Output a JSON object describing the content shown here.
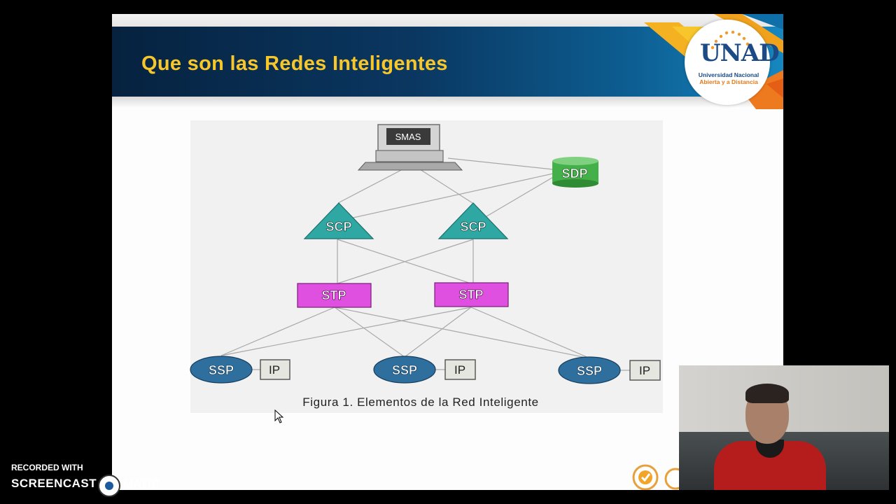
{
  "slide": {
    "title": "Que son las Redes Inteligentes",
    "logo": {
      "name": "UNAD",
      "line1": "Universidad Nacional",
      "line2": "Abierta y a Distancia"
    },
    "colors": {
      "title": "#f7c62a",
      "header": "#0a3761",
      "stp": "#e050e0",
      "scp": "#2fa7a3",
      "sdp": "#43b04a",
      "ssp": "#2e6f9e"
    }
  },
  "diagram": {
    "caption": "Figura 1. Elementos de la Red Inteligente",
    "nodes": {
      "smas": "SMAS",
      "sdp": "SDP",
      "scp_left": "SCP",
      "scp_right": "SCP",
      "stp_left": "STP",
      "stp_right": "STP",
      "ssp_1": "SSP",
      "ssp_2": "SSP",
      "ssp_3": "SSP",
      "ip_1": "IP",
      "ip_2": "IP",
      "ip_3": "IP"
    },
    "links": [
      [
        "smas",
        "sdp"
      ],
      [
        "smas",
        "scp_left"
      ],
      [
        "smas",
        "scp_right"
      ],
      [
        "sdp",
        "scp_left"
      ],
      [
        "sdp",
        "scp_right"
      ],
      [
        "scp_left",
        "stp_left"
      ],
      [
        "scp_left",
        "stp_right"
      ],
      [
        "scp_right",
        "stp_left"
      ],
      [
        "scp_right",
        "stp_right"
      ],
      [
        "stp_left",
        "ssp_1"
      ],
      [
        "stp_left",
        "ssp_2"
      ],
      [
        "stp_left",
        "ssp_3"
      ],
      [
        "stp_right",
        "ssp_1"
      ],
      [
        "stp_right",
        "ssp_2"
      ],
      [
        "stp_right",
        "ssp_3"
      ],
      [
        "ssp_1",
        "ip_1"
      ],
      [
        "ssp_2",
        "ip_2"
      ],
      [
        "ssp_3",
        "ip_3"
      ]
    ]
  },
  "watermark": {
    "line1": "RECORDED WITH",
    "line2": "SCREENCAST",
    "line3": "MATIC",
    "brand_icon": "screencast-o-matic-icon"
  }
}
